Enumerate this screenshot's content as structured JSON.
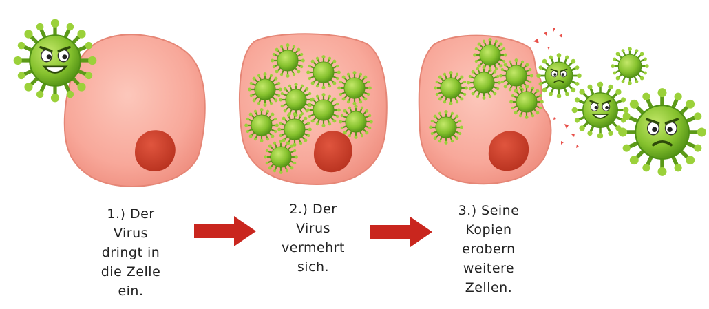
{
  "steps": [
    {
      "caption": "1.) Der\nVirus\ndringt in\ndie Zelle\nein."
    },
    {
      "caption": "2.) Der\nVirus\nvermehrt\nsich."
    },
    {
      "caption": "3.) Seine\nKopien\nerobern\nweitere\nZellen."
    }
  ],
  "colors": {
    "cell_fill": "#f8a89a",
    "cell_stroke": "#e58676",
    "nucleus": "#c9402e",
    "virus_body": "#7fbf2a",
    "virus_dark": "#4f8f14",
    "virus_highlight": "#b9e060",
    "arrow": "#c9261e",
    "splash": "#e8504a"
  },
  "icons": [
    "virus-icon",
    "cell-icon",
    "nucleus-icon",
    "arrow-right-icon"
  ]
}
